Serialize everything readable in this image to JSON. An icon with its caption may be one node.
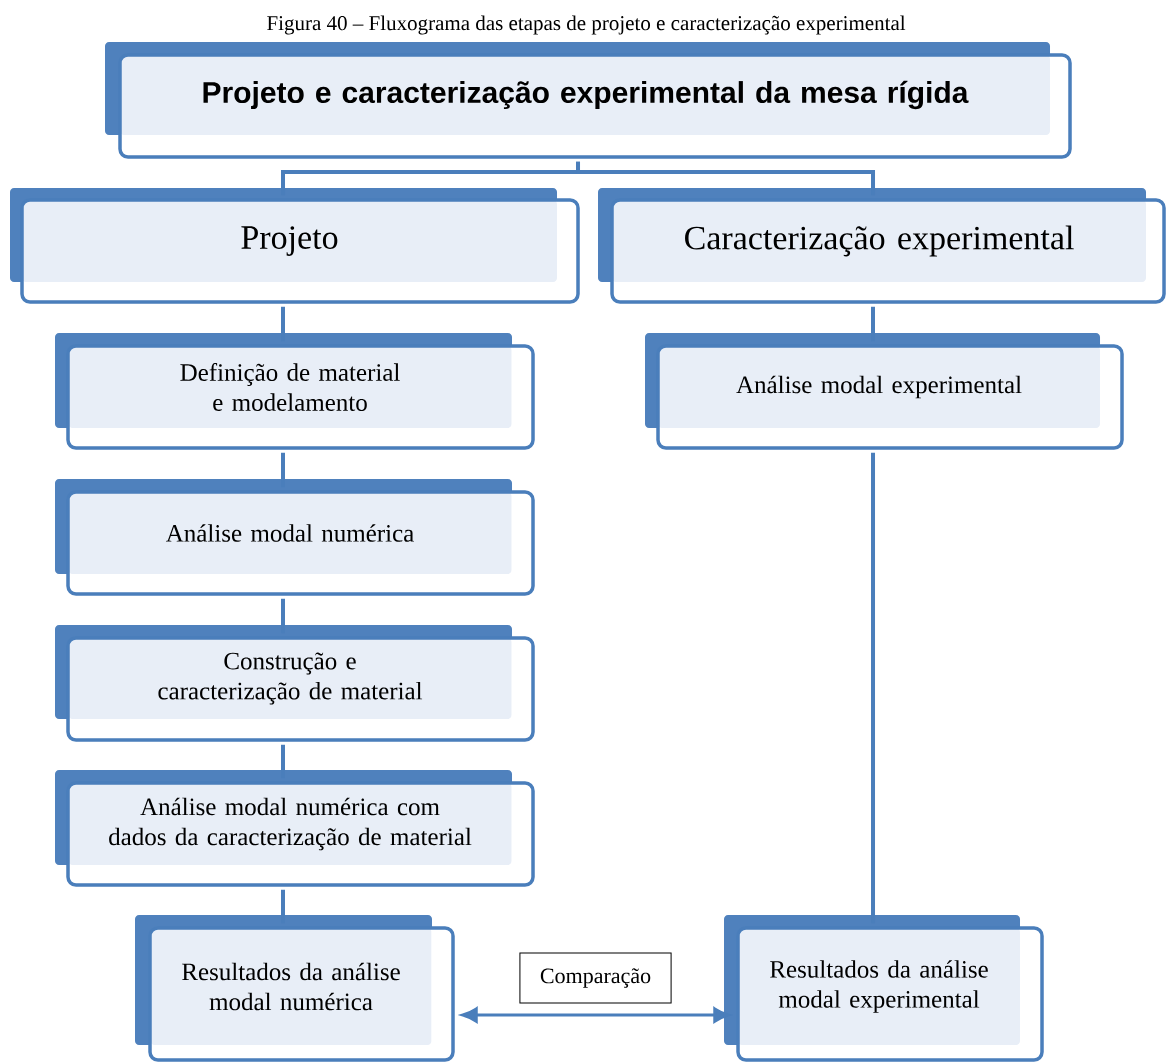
{
  "diagram": {
    "caption": "Figura 40 – Fluxograma das etapas de projeto e caracterização experimental",
    "nodes": [
      {
        "text": [
          "Projeto e caracterização experimental da mesa rígida"
        ]
      },
      {
        "text": [
          "Projeto"
        ]
      },
      {
        "text": [
          "Caracterização experimental"
        ]
      },
      {
        "text": [
          "Definição de material e modelamento"
        ]
      },
      {
        "text": [
          "Análise modal numérica"
        ]
      },
      {
        "text": [
          "Construção e caracterização de material"
        ]
      },
      {
        "text": [
          "Análise modal numérica com dados da caracterização de material"
        ]
      },
      {
        "text": [
          "Resultados da análise modal numérica"
        ]
      },
      {
        "text": [
          "Análise modal experimental"
        ]
      },
      {
        "text": [
          "Resultados da análise modal experimental"
        ]
      }
    ],
    "edges": [
      {
        "from": 0,
        "to": 1,
        "arrow": "none"
      },
      {
        "from": 0,
        "to": 2,
        "arrow": "none"
      },
      {
        "from": 1,
        "to": 3,
        "arrow": "none"
      },
      {
        "from": 3,
        "to": 4,
        "arrow": "none"
      },
      {
        "from": 4,
        "to": 5,
        "arrow": "none"
      },
      {
        "from": 5,
        "to": 6,
        "arrow": "none"
      },
      {
        "from": 6,
        "to": 7,
        "arrow": "none"
      },
      {
        "from": 2,
        "to": 8,
        "arrow": "none"
      },
      {
        "from": 8,
        "to": 9,
        "arrow": "none"
      },
      {
        "from": 7,
        "to": 9,
        "arrow": "both",
        "label": "Comparação"
      }
    ]
  }
}
